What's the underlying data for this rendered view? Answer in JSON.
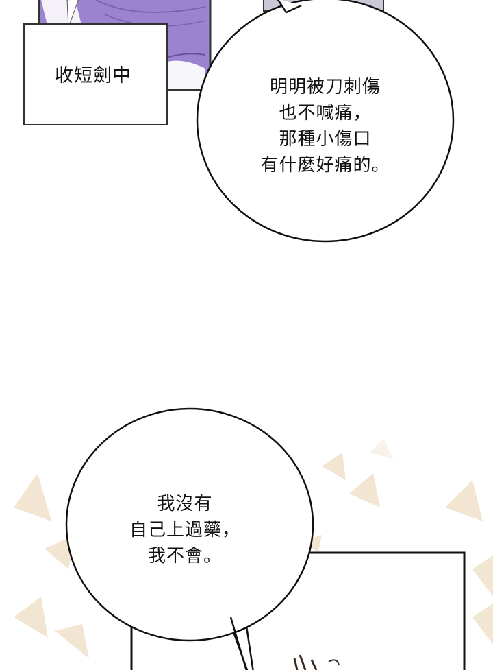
{
  "panel1": {
    "caption": "收短劍中",
    "bubble_lines": [
      "明明被刀刺傷",
      "也不喊痛，",
      "那種小傷口",
      "有什麼好痛的。"
    ],
    "dress_color": "#9b83cf"
  },
  "panel2": {
    "bubble_lines": [
      "我沒有",
      "自己上過藥，",
      "我不會。"
    ],
    "background_shape_color": "#f2e6d2"
  }
}
